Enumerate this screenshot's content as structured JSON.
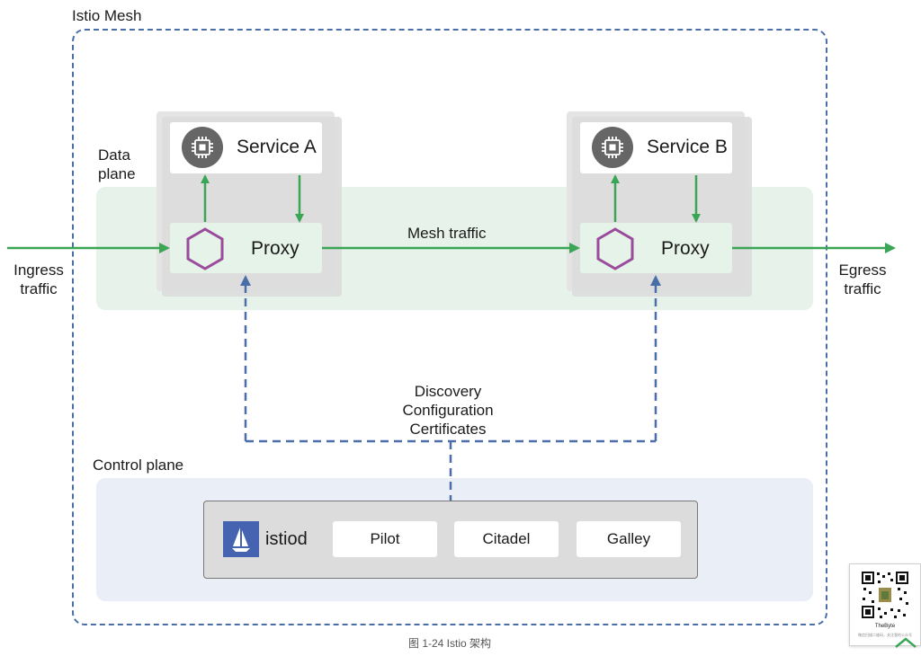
{
  "mesh": {
    "title": "Istio Mesh"
  },
  "data_plane": {
    "label_line1": "Data",
    "label_line2": "plane"
  },
  "control_plane": {
    "label": "Control plane"
  },
  "service_a": {
    "name": "Service A",
    "proxy_label": "Proxy"
  },
  "service_b": {
    "name": "Service B",
    "proxy_label": "Proxy"
  },
  "ingress": {
    "line1": "Ingress",
    "line2": "traffic"
  },
  "egress": {
    "line1": "Egress",
    "line2": "traffic"
  },
  "mesh_traffic_label": "Mesh traffic",
  "control_signals": [
    "Discovery",
    "Configuration",
    "Certificates"
  ],
  "istiod": {
    "name": "istiod",
    "components": [
      "Pilot",
      "Citadel",
      "Galley"
    ]
  },
  "caption": "图 1-24 Istio 架构",
  "watermark": {
    "name": "TheByte",
    "tagline": "微信扫描二维码，关注我的公众号"
  },
  "colors": {
    "traffic_arrow": "#3aa655",
    "control_dash": "#4a6fa8",
    "proxy_hexagon": "#9b4b9b",
    "data_plane_band": "#e7f3ea",
    "control_plane_band": "#e9eef7",
    "istio_logo": "#4563b1"
  },
  "icons": {
    "service": "cpu-chip-icon",
    "proxy": "hexagon-icon",
    "istio": "istio-sail-logo-icon"
  }
}
